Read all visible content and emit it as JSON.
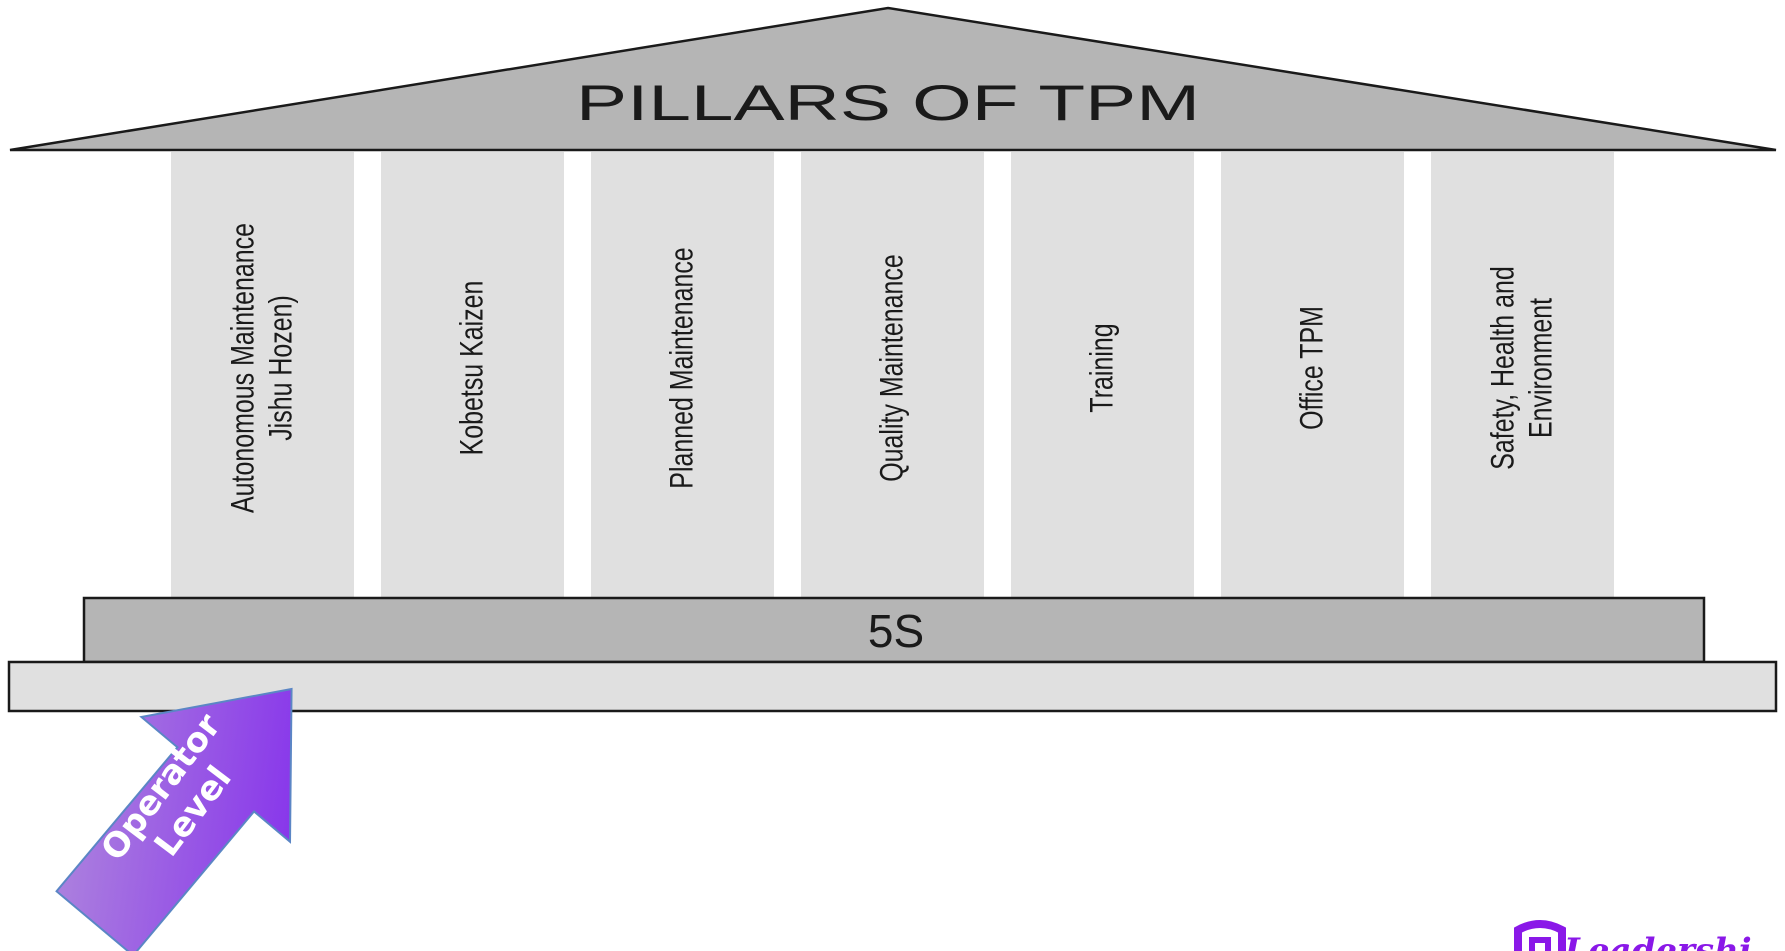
{
  "roof": {
    "title": "PILLARS OF TPM"
  },
  "pillars": [
    {
      "lines": [
        "Autonomous Maintenance",
        "Jishu Hozen)"
      ]
    },
    {
      "lines": [
        "Kobetsu Kaizen"
      ]
    },
    {
      "lines": [
        "Planned Maintenance"
      ]
    },
    {
      "lines": [
        "Quality Maintenance"
      ]
    },
    {
      "lines": [
        "Training"
      ]
    },
    {
      "lines": [
        "Office TPM"
      ]
    },
    {
      "lines": [
        "Safety, Health and",
        "Environment"
      ]
    }
  ],
  "foundation": {
    "label": "5S"
  },
  "arrow": {
    "lines": [
      "Operator",
      "Level"
    ]
  },
  "logo": {
    "text": "Leadershi"
  },
  "colors": {
    "roof": "#b5b5b5",
    "pillar": "#e0e0e0",
    "foundation": "#b5b5b5",
    "plinth": "#e0e0e0",
    "arrow_start": "#b28ddc",
    "arrow_end": "#7e22ee",
    "arrow_stroke": "#5b86c5",
    "logo": "#8a18e8"
  }
}
